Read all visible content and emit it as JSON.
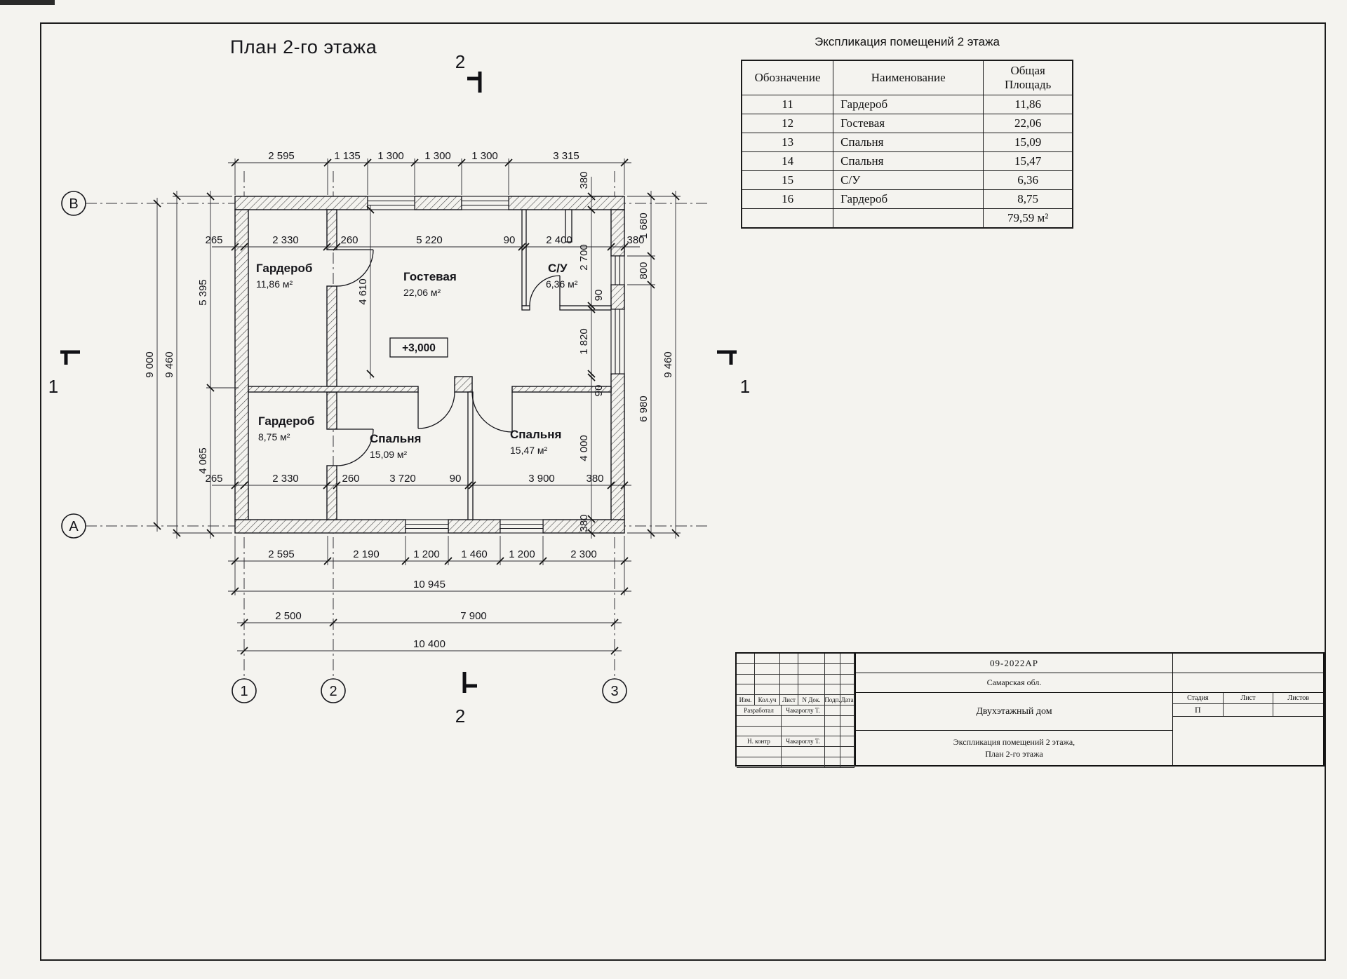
{
  "title": "План 2-го этажа",
  "sections": {
    "vertical": "2",
    "horizontal": "1"
  },
  "axes": {
    "left": [
      "В",
      "А"
    ],
    "bottom": [
      "1",
      "2",
      "3"
    ]
  },
  "rooms": [
    {
      "name": "Гардероб",
      "area": "11,86 м²"
    },
    {
      "name": "Гостевая",
      "area": "22,06 м²"
    },
    {
      "name": "С/У",
      "area": "6,36 м²"
    },
    {
      "name": "Гардероб",
      "area": "8,75 м²"
    },
    {
      "name": "Спальня",
      "area": "15,09 м²"
    },
    {
      "name": "Спальня",
      "area": "15,47 м²"
    }
  ],
  "elevation": "+3,000",
  "dims": {
    "top": [
      "2 595",
      "1 135",
      "1 300",
      "1 300",
      "1 300",
      "3 315"
    ],
    "inner_top": [
      "265",
      "2 330",
      "260",
      "5 220",
      "90",
      "2 400",
      "380"
    ],
    "inner_bottom": [
      "265",
      "2 330",
      "260",
      "3 720",
      "90",
      "3 900",
      "380"
    ],
    "bottom2": [
      "2 595",
      "2 190",
      "1 200",
      "1 460",
      "1 200",
      "2 300"
    ],
    "total_width": "10 945",
    "axis_spans": [
      "2 500",
      "7 900"
    ],
    "axis_total": "10 400",
    "left_inner": [
      "5 395",
      "4 065"
    ],
    "left_total": "9 460",
    "left_axis_total": "9 000",
    "right_inner": [
      "380",
      "2 700",
      "90",
      "1 820",
      "90",
      "4 000",
      "380"
    ],
    "right_mid": [
      "1 680",
      "800",
      "6 980"
    ],
    "right_total": "9 460",
    "guest_height": "4 610"
  },
  "explication": {
    "title": "Экспликация помещений 2 этажа",
    "headers": [
      "Обозначение",
      "Наименование",
      "Общая\nПлощадь"
    ],
    "rows": [
      {
        "id": "11",
        "name": "Гардероб",
        "area": "11,86"
      },
      {
        "id": "12",
        "name": "Гостевая",
        "area": "22,06"
      },
      {
        "id": "13",
        "name": "Спальня",
        "area": "15,09"
      },
      {
        "id": "14",
        "name": "Спальня",
        "area": "15,47"
      },
      {
        "id": "15",
        "name": "С/У",
        "area": "6,36"
      },
      {
        "id": "16",
        "name": "Гардероб",
        "area": "8,75"
      }
    ],
    "total": "79,59 м²"
  },
  "titleblock": {
    "doc_code": "09-2022АР",
    "region": "Самарская обл.",
    "object": "Двухэтажный дом",
    "sheet_title_line1": "Экспликация помещений 2 этажа,",
    "sheet_title_line2": "План 2-го этажа",
    "cols": [
      "Изм.",
      "Кол.уч",
      "Лист",
      "N Док.",
      "Подп.",
      "Дата"
    ],
    "rows": [
      {
        "role": "Разработал",
        "name": "Чакароглу Т."
      },
      {
        "role": "Н. контр",
        "name": "Чакароглу Т."
      }
    ],
    "stage_label": "Стадия",
    "sheet_label": "Лист",
    "sheets_label": "Листов",
    "stage": "П"
  }
}
